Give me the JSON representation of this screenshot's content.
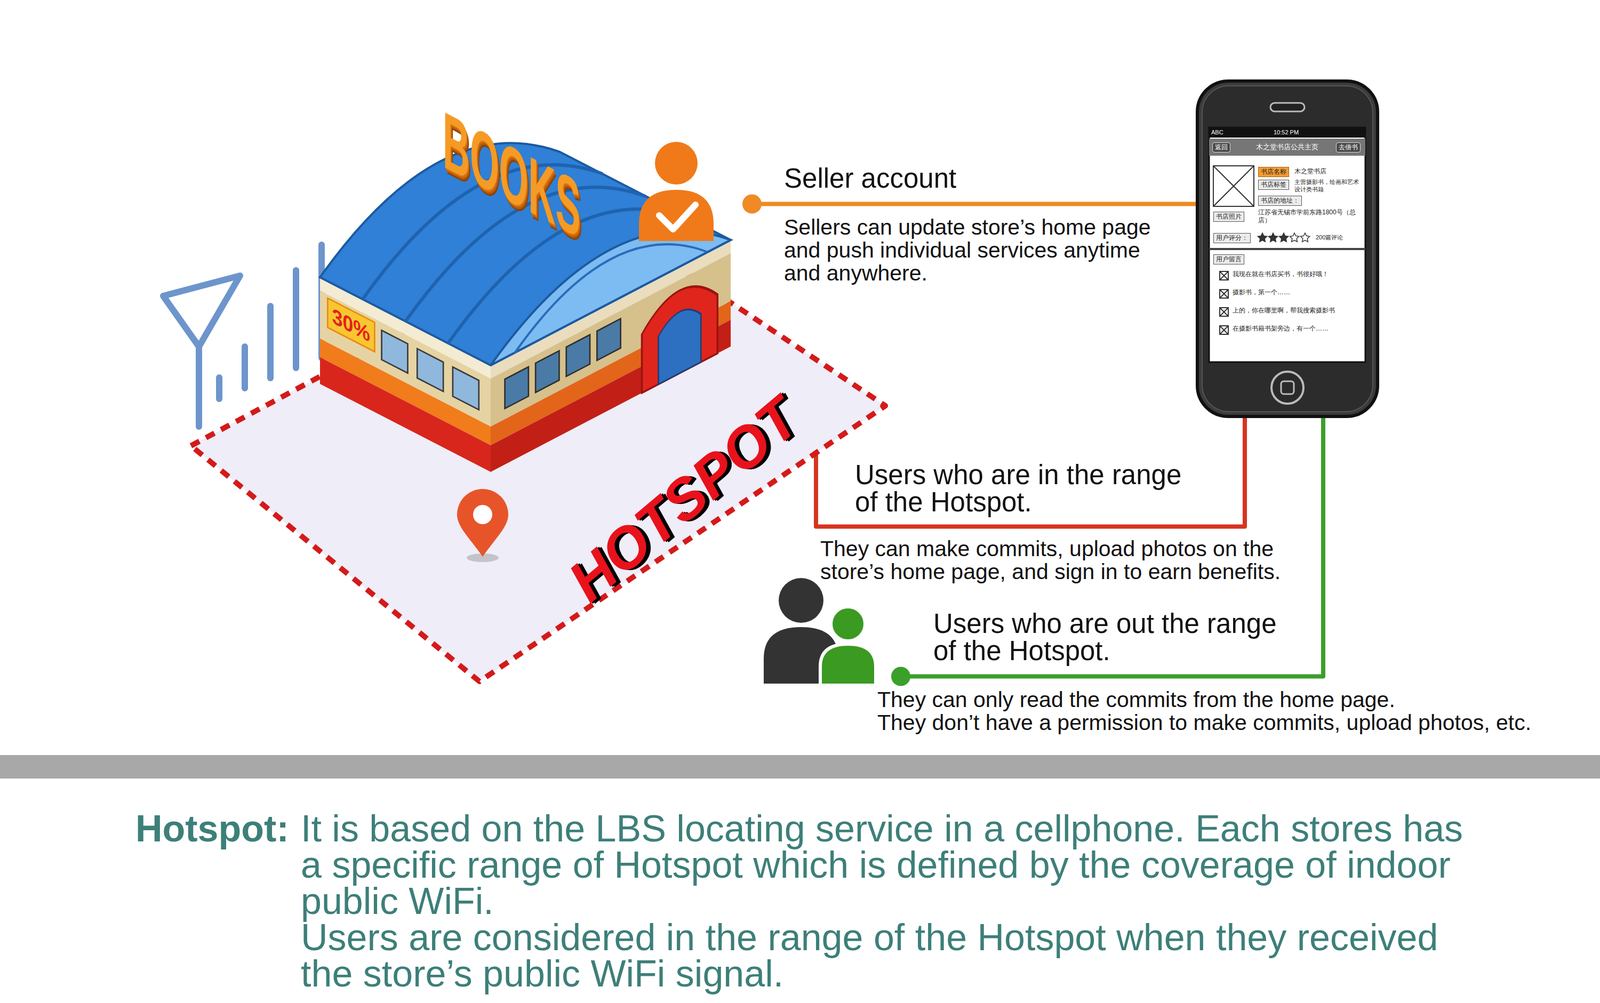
{
  "diagram": {
    "nodes": [
      {
        "text": [
          "HOTSPOT"
        ]
      },
      {
        "text": [
          "Seller account",
          "Sellers can update store’s home page and push individual services anytime and anywhere."
        ]
      },
      {
        "text": [
          "Users who are in the range of the Hotspot.",
          "They can make commits, upload photos on the store’s home page, and sign in to earn benefits."
        ]
      },
      {
        "text": [
          "Users who are out the range of the Hotspot.",
          "They can only read the commits from the home page.",
          "They don’t have a permission to make commits, upload photos, etc."
        ]
      },
      {
        "text": [
          "ABC",
          "10:52 PM",
          "返回",
          "木之堂书店公共主页",
          "去借书",
          "书店名称",
          "木之堂书店",
          "书店标签",
          "主营摄影书，绘画和艺术设计类书籍",
          "书店的地址：",
          "书店照片",
          "江苏省无锡市学前东路1800号（总店）",
          "用户评分：",
          "200篇评论",
          "用户留言",
          "我现在就在书店买书，书很好哦！",
          "摄影书，第一个……",
          "上的，你在哪里啊，帮我搜索摄影书",
          "在摄影书籍书架旁边，有一个……"
        ]
      }
    ],
    "edges": [
      {
        "from": 1,
        "to": 4,
        "arrow": "none"
      },
      {
        "from": 2,
        "to": 4,
        "arrow": "none"
      },
      {
        "from": 3,
        "to": 4,
        "arrow": "none"
      }
    ],
    "labels": [
      "BOOKS",
      "30%",
      "Hotspot:",
      "It is based on the LBS locating service in a cellphone. Each stores has a specific range of Hotspot which is defined by the coverage of indoor public WiFi.",
      "Users are considered in the range of the Hotspot when they received the store’s public WiFi signal."
    ]
  }
}
